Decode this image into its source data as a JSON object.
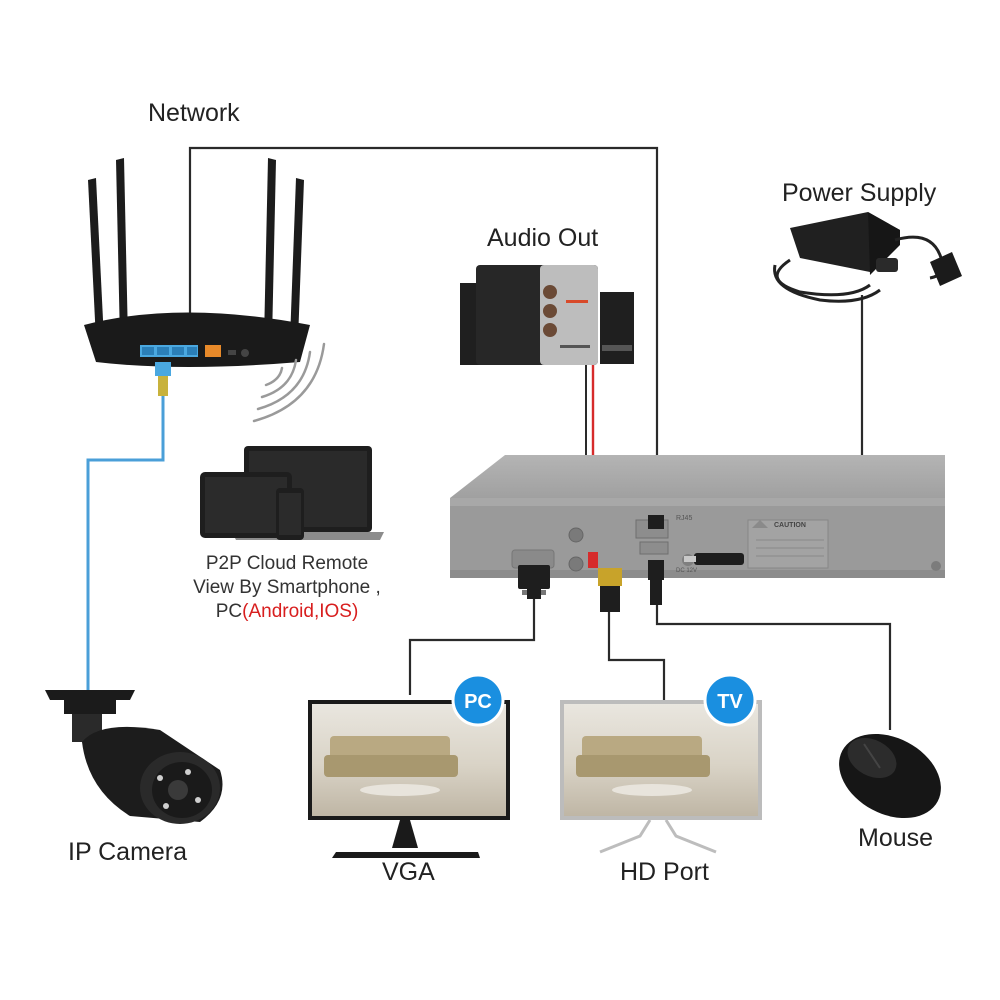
{
  "labels": {
    "network": "Network",
    "power_supply": "Power Supply",
    "audio_out": "Audio Out",
    "p2p_line1": "P2P Cloud Remote",
    "p2p_line2": "View By Smartphone ,",
    "p2p_line3": "PC",
    "p2p_line3_highlight": "(Android,IOS)",
    "ip_camera": "IP Camera",
    "vga": "VGA",
    "hd_port": "HD Port",
    "mouse": "Mouse",
    "pc_badge": "PC",
    "tv_badge": "TV",
    "nvr_rj45": "RJ45",
    "nvr_dc": "DC 12V",
    "nvr_caution": "CAUTION"
  },
  "colors": {
    "network_cable": "#4a9fd8",
    "audio_cable": "#d62b2b",
    "badge": "#1a8fe0",
    "nvr_body": "#9a9a9a",
    "device": "#1c1c1c"
  },
  "icons": [
    "router-icon",
    "wifi-signal-icon",
    "laptop-icon",
    "tablet-icon",
    "smartphone-icon",
    "speaker-icon",
    "power-adapter-icon",
    "nvr-recorder-icon",
    "ip-camera-icon",
    "pc-monitor-icon",
    "tv-monitor-icon",
    "mouse-icon",
    "vga-connector-icon",
    "hdmi-connector-icon",
    "usb-connector-icon"
  ]
}
